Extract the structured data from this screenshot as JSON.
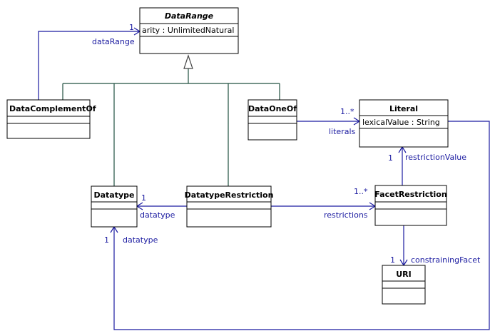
{
  "classes": {
    "data_range": {
      "name": "DataRange",
      "attr": "arity : UnlimitedNatural"
    },
    "data_complement_of": {
      "name": "DataComplementOf"
    },
    "data_one_of": {
      "name": "DataOneOf"
    },
    "literal": {
      "name": "Literal",
      "attr": "lexicalValue : String"
    },
    "datatype": {
      "name": "Datatype"
    },
    "datatype_restriction": {
      "name": "DatatypeRestriction"
    },
    "facet_restriction": {
      "name": "FacetRestriction"
    },
    "uri": {
      "name": "URI"
    }
  },
  "associations": {
    "complement_datarange": {
      "role": "dataRange",
      "mult": "1"
    },
    "oneof_literals": {
      "role": "literals",
      "mult": "1..*"
    },
    "facet_restriction_value": {
      "role": "restrictionValue",
      "mult": "1"
    },
    "restriction_datatype": {
      "role": "datatype",
      "mult": "1"
    },
    "restriction_restrictions": {
      "role": "restrictions",
      "mult": "1..*"
    },
    "facet_constraining": {
      "role": "constrainingFacet",
      "mult": "1"
    },
    "literal_datatype": {
      "role": "datatype",
      "mult": "1"
    }
  },
  "colors": {
    "association": "#1a1aa0",
    "generalization": "#205040"
  }
}
